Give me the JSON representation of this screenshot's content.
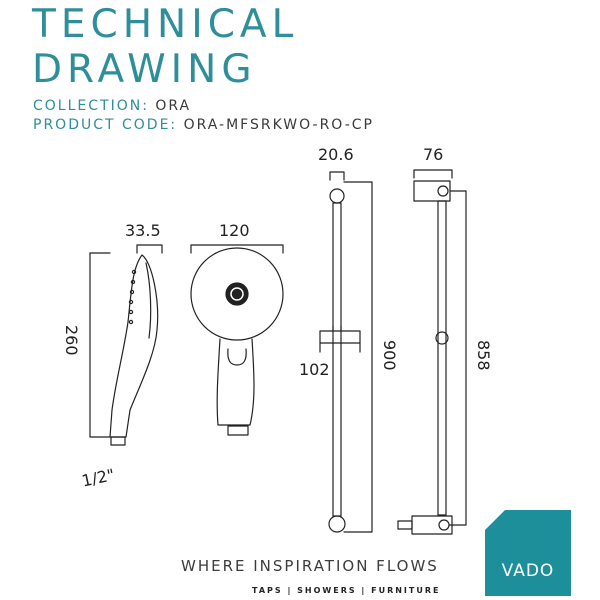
{
  "title": {
    "line1": "TECHNICAL",
    "line2": "DRAWING"
  },
  "collection": {
    "label": "COLLECTION:",
    "value": "ORA"
  },
  "product_code": {
    "label": "PRODUCT CODE:",
    "value": "ORA-MFSRKWO-RO-CP"
  },
  "dimensions": {
    "handset_depth": "33.5",
    "handset_width": "120",
    "handset_length": "260",
    "connector": "1/2\"",
    "rail_diameter": "20.6",
    "bracket_depth": "76",
    "slider_width": "102",
    "rail_length": "900",
    "bracket_centres": "858"
  },
  "tagline": "WHERE INSPIRATION FLOWS",
  "subtagline": "TAPS | SHOWERS | FURNITURE",
  "logo": {
    "text": "VADO",
    "color": "#1d8f9b"
  },
  "colors": {
    "accent": "#2e8e9a",
    "line": "#222222"
  }
}
